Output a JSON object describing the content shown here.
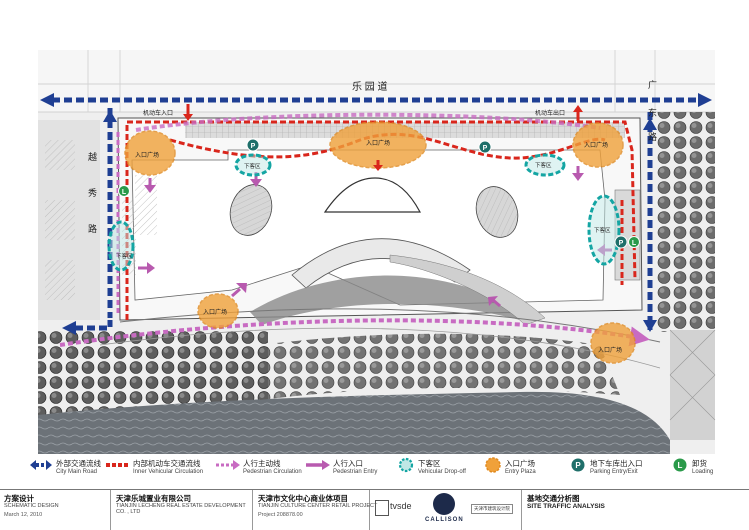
{
  "roads": {
    "north": "乐 园 道",
    "west": [
      "越",
      "秀",
      "路"
    ],
    "east": [
      "广",
      "东",
      "路"
    ]
  },
  "map_labels": {
    "entry_plaza": "入口广场",
    "drop_off": "下客区",
    "vehicle_entry": "机动车入口",
    "vehicle_exit": "机动车出口",
    "parking_symbol": "P",
    "loading_symbol": "L"
  },
  "legend": [
    {
      "zh": "外部交通流线",
      "en": "City Main Road",
      "symbol": "blue-double-arrow",
      "color": "#1f3f93"
    },
    {
      "zh": "内部机动车交通流线",
      "en": "Inner Vehicular Circulation",
      "symbol": "red-dashed-line",
      "color": "#d9261c"
    },
    {
      "zh": "人行主动线",
      "en": "Pedestrian Circulation",
      "symbol": "pink-dashed-arrow",
      "color": "#c86bc2"
    },
    {
      "zh": "人行入口",
      "en": "Pedestrian Entry",
      "symbol": "purple-arrow",
      "color": "#b85aaf"
    },
    {
      "zh": "下客区",
      "en": "Vehicular Drop-off",
      "symbol": "teal-dashed-circle",
      "color": "#14a5a3"
    },
    {
      "zh": "入口广场",
      "en": "Entry Plaza",
      "symbol": "orange-dashed-circle",
      "color": "#f0a13a"
    },
    {
      "zh": "地下车库出入口",
      "en": "Parking Entry/Exit",
      "symbol": "parking-icon",
      "color": "#1f6f6a"
    },
    {
      "zh": "卸货",
      "en": "Loading",
      "symbol": "loading-icon",
      "color": "#2a9a4a"
    }
  ],
  "footer": {
    "phase_zh": "方案设计",
    "phase_en": "SCHEMATIC DESIGN",
    "date": "March 12, 2010",
    "client_zh": "天津乐城置业有限公司",
    "client_en": "TIANJIN LECHENG REAL ESTATE DEVELOPMENT CO. , LTD",
    "project_zh": "天津市文化中心商业体项目",
    "project_en": "TIANJIN CULTURE CENTER RETAIL PROJECT",
    "project_no": "Project 208878.00",
    "logo_tvsde": "tvsde",
    "logo_callison": "CALLISON",
    "logo_local": "天津市建筑设计院",
    "sheet_zh": "基地交通分析图",
    "sheet_en": "SITE TRAFFIC ANALYSIS"
  },
  "colors": {
    "road_blue": "#1f3f93",
    "vehicle_red": "#d9261c",
    "pedestrian_pink": "#c86bc2",
    "dropoff_teal": "#14a5a3",
    "plaza_orange": "#f0a13a",
    "water": "#6c7278"
  }
}
